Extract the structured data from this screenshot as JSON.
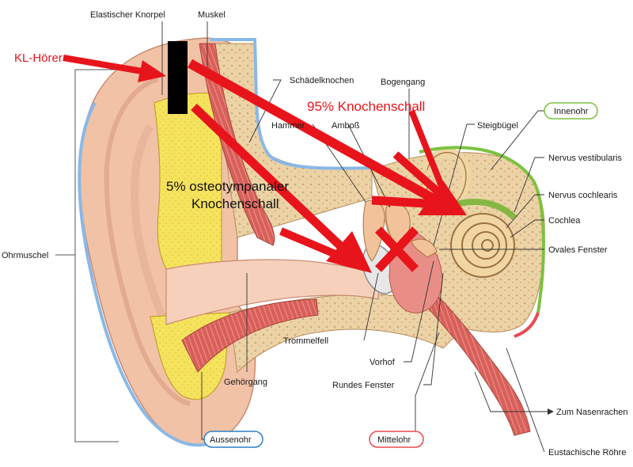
{
  "labels": {
    "elastischer_knorpel": "Elastischer Knorpel",
    "muskel": "Muskel",
    "schaedelknochen": "Schädelknochen",
    "bogengang": "Bogengang",
    "hammer": "Hammer",
    "amboss": "Amboß",
    "steigbuegel": "Steigbügel",
    "innenohr": "Innenohr",
    "nervus_vestibularis": "Nervus vestibularis",
    "nervus_cochlearis": "Nervus cochlearis",
    "cochlea": "Cochlea",
    "ovales_fenster": "Ovales Fenster",
    "ohrmuschel": "Ohrmuschel",
    "trommelfell": "Trommelfell",
    "vorhof": "Vorhof",
    "rundes_fenster": "Rundes Fenster",
    "gehoergang": "Gehörgang",
    "zum_nasenrachen": "Zum Nasenrachen",
    "eustachische_roehre": "Eustachische Röhre",
    "aussenohr": "Aussenohr",
    "mittelohr": "Mittelohr"
  },
  "annotations": {
    "kl_hoerer": "KL-Hörer",
    "knochenschall_95": "95% Knochenschall",
    "osteotympanal_line1": "5% osteotympanaler",
    "osteotympanal_line2": "Knochenschall"
  },
  "colors": {
    "annotation_red": "#e8141b",
    "innenohr": "#7dc242",
    "mittelohr": "#e84a4f",
    "aussenohr": "#2f7fc6",
    "skin": "#f2c3a8",
    "cartilage": "#f4e25a",
    "bone": "#ecd5ac",
    "muscle": "#d9625b"
  }
}
